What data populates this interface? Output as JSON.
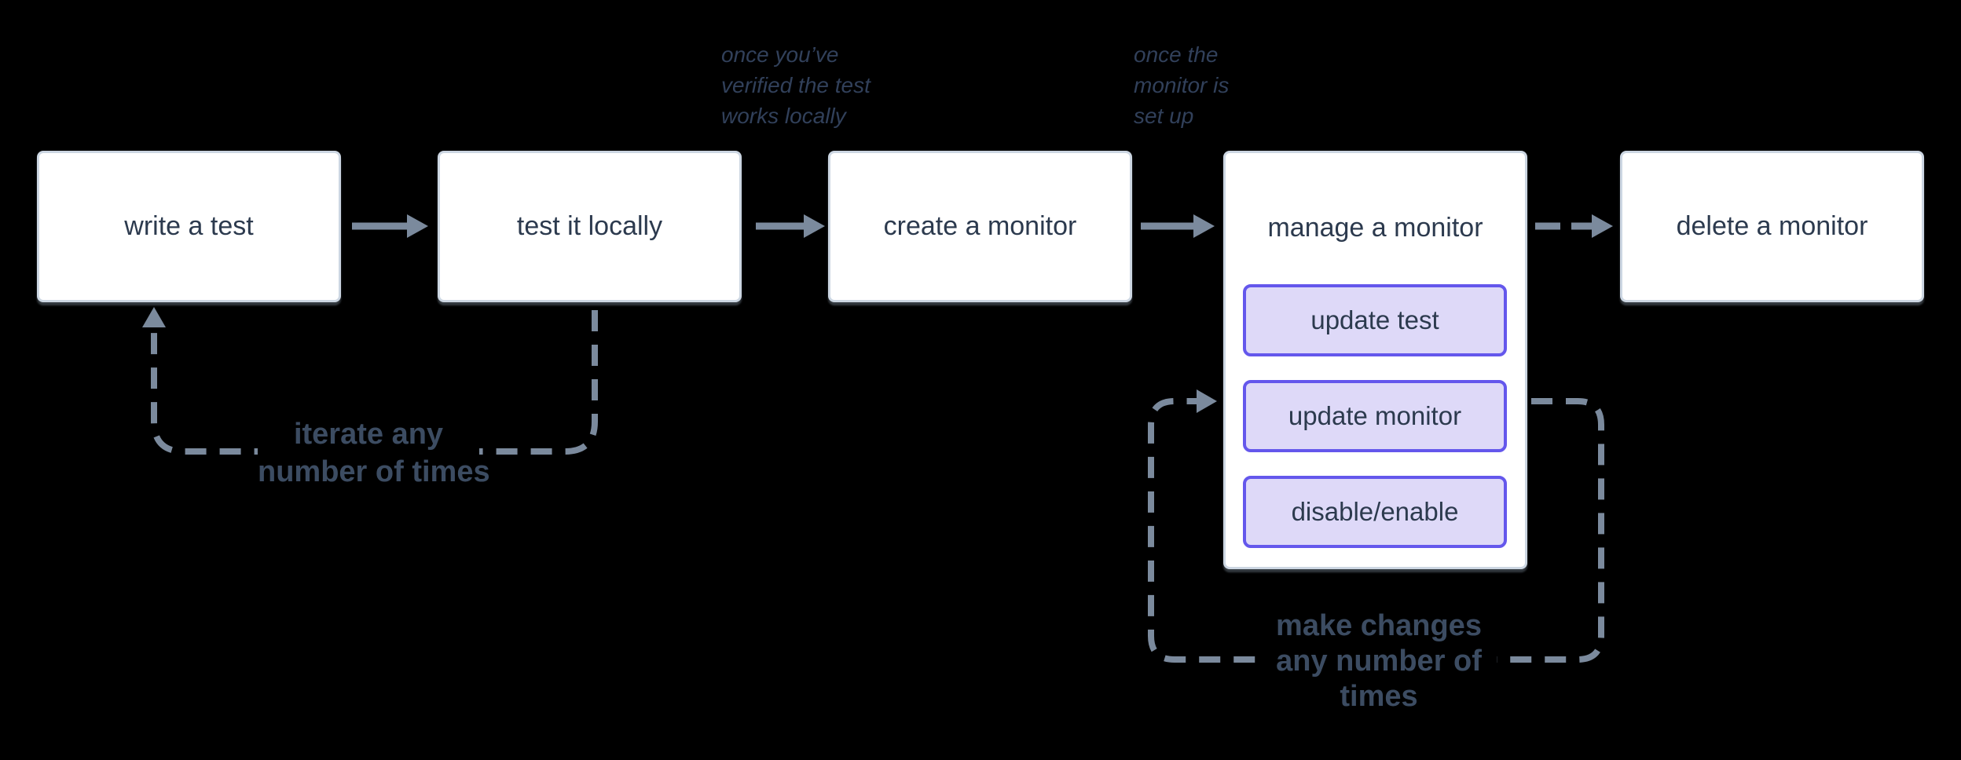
{
  "diagram": {
    "nodes": [
      {
        "id": "write-test",
        "label": "write a test"
      },
      {
        "id": "test-locally",
        "label": "test it locally"
      },
      {
        "id": "create-monitor",
        "label": "create a monitor"
      },
      {
        "id": "manage-monitor",
        "label": "manage a monitor",
        "children": [
          {
            "label": "update test"
          },
          {
            "label": "update monitor"
          },
          {
            "label": "disable/enable"
          }
        ]
      },
      {
        "id": "delete-monitor",
        "label": "delete a monitor"
      }
    ],
    "annotations": [
      {
        "id": "verified-locally",
        "lines": [
          "once you’ve",
          "verified the test",
          "works locally"
        ]
      },
      {
        "id": "monitor-set-up",
        "lines": [
          "once the",
          "monitor is",
          "set up"
        ]
      }
    ],
    "loop_labels": [
      {
        "id": "iterate",
        "lines": [
          "iterate any",
          "number of times"
        ]
      },
      {
        "id": "make-changes",
        "lines": [
          "make changes",
          "any number of",
          "times"
        ]
      }
    ],
    "edges": [
      {
        "from": "write a test",
        "to": "test it locally",
        "style": "solid"
      },
      {
        "from": "test it locally",
        "to": "create a monitor",
        "style": "solid",
        "note": "once you’ve verified the test works locally"
      },
      {
        "from": "create a monitor",
        "to": "manage a monitor",
        "style": "solid",
        "note": "once the monitor is set up"
      },
      {
        "from": "manage a monitor",
        "to": "delete a monitor",
        "style": "dashed"
      },
      {
        "from": "test it locally",
        "to": "write a test",
        "style": "dashed-loop",
        "label": "iterate any number of times"
      },
      {
        "from": "manage a monitor",
        "to": "manage a monitor",
        "style": "dashed-loop",
        "label": "make changes any number of times"
      }
    ],
    "colors": {
      "background": "#000000",
      "node_fill": "#ffffff",
      "node_border": "#ccd6e2",
      "node_text": "#2c3a4e",
      "connector": "#7b8a9d",
      "subaction_fill": "#ded9f8",
      "subaction_border": "#6457ec",
      "annotation_text": "#31405a",
      "loop_label_text": "#3c4c62"
    }
  }
}
